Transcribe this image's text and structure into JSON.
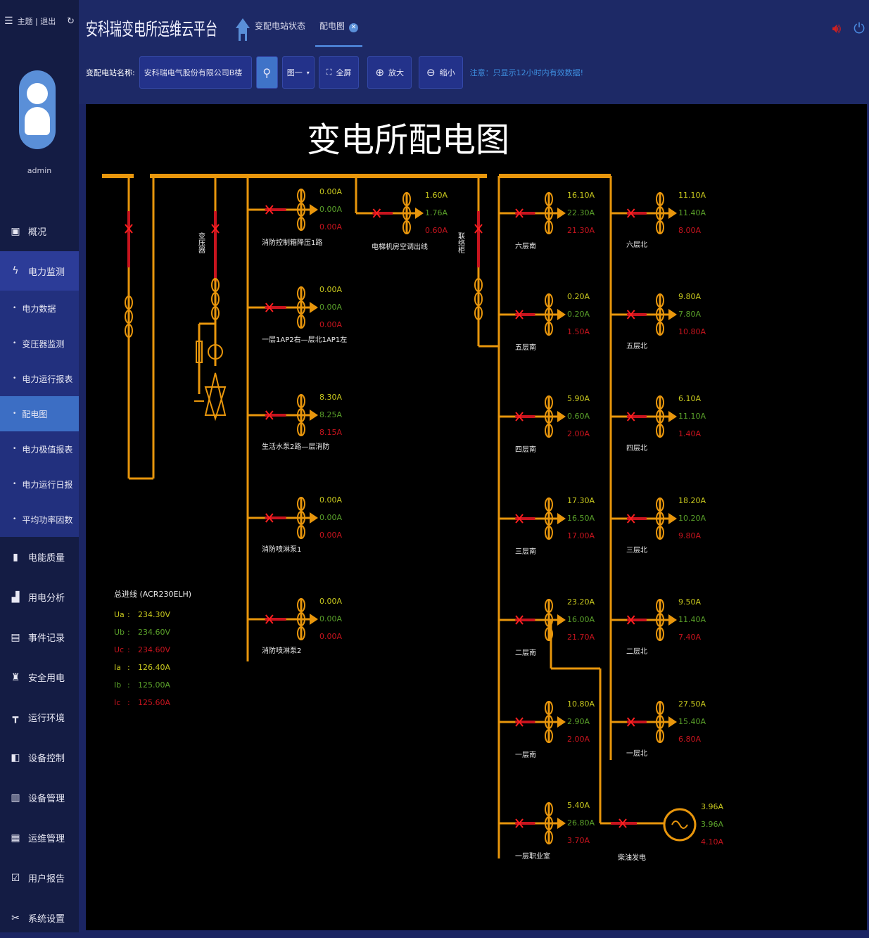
{
  "sidebar": {
    "top_links": "主题 | 退出",
    "username": "admin",
    "items": [
      {
        "label": "概况",
        "icon": "monitor-icon"
      },
      {
        "label": "电力监测",
        "icon": "power-icon"
      },
      {
        "label": "电能质量",
        "icon": "quality-icon"
      },
      {
        "label": "用电分析",
        "icon": "chart-icon"
      },
      {
        "label": "事件记录",
        "icon": "record-icon"
      },
      {
        "label": "安全用电",
        "icon": "safety-icon"
      },
      {
        "label": "运行环境",
        "icon": "environment-icon"
      },
      {
        "label": "设备控制",
        "icon": "control-icon"
      },
      {
        "label": "设备管理",
        "icon": "device-icon"
      },
      {
        "label": "运维管理",
        "icon": "maintenance-icon"
      },
      {
        "label": "用户报告",
        "icon": "report-icon"
      },
      {
        "label": "系统设置",
        "icon": "settings-icon"
      }
    ],
    "sub_items": [
      "电力数据",
      "变压器监测",
      "电力运行报表",
      "配电图",
      "电力极值报表",
      "电力运行日报",
      "平均功率因数"
    ]
  },
  "header": {
    "title": "安科瑞变电所运维云平台",
    "tabs": [
      "变配电站状态",
      "配电图"
    ],
    "station_label": "变配电站名称:",
    "station_value": "安科瑞电气股份有限公司B楼",
    "diagram_select": "图一",
    "fullscreen": "全屏",
    "zoom_in": "放大",
    "zoom_out": "缩小",
    "note": "注意：只显示12小时内有效数据!"
  },
  "diagram": {
    "title": "变电所配电图",
    "transformer_label": "变压器",
    "tie_label": "联络柜",
    "meter": {
      "title": "总进线 (ACR230ELH)",
      "rows": [
        {
          "k": "Ua",
          "v": "234.30V"
        },
        {
          "k": "Ub",
          "v": "234.60V"
        },
        {
          "k": "Uc",
          "v": "234.60V"
        },
        {
          "k": "Ia",
          "v": "126.40A"
        },
        {
          "k": "Ib",
          "v": "125.00A"
        },
        {
          "k": "Ic",
          "v": "125.60A"
        }
      ]
    },
    "colors": {
      "bus": "#e8960c",
      "breaker": "#c8141e",
      "a": "#c8c81e",
      "b": "#5aa02a",
      "c": "#c8141e"
    },
    "feeders": [
      {
        "label": "消防控制箱降压1路",
        "values": [
          "0.00A",
          "0.00A",
          "0.00A"
        ]
      },
      {
        "label": "一层1AP2右—层北1AP1左",
        "values": [
          "0.00A",
          "0.00A",
          "0.00A"
        ]
      },
      {
        "label": "生活水泵2路—层消防",
        "values": [
          "8.30A",
          "8.25A",
          "8.15A"
        ]
      },
      {
        "label": "消防喷淋泵1",
        "values": [
          "0.00A",
          "0.00A",
          "0.00A"
        ]
      },
      {
        "label": "消防喷淋泵2",
        "values": [
          "0.00A",
          "0.00A",
          "0.00A"
        ]
      },
      {
        "label": "电梯机房空调出线",
        "values": [
          "1.60A",
          "1.76A",
          "0.60A"
        ]
      },
      {
        "label": "六层南",
        "values": [
          "16.10A",
          "22.30A",
          "21.30A"
        ]
      },
      {
        "label": "五层南",
        "values": [
          "0.20A",
          "0.20A",
          "1.50A"
        ]
      },
      {
        "label": "四层南",
        "values": [
          "5.90A",
          "0.60A",
          "2.00A"
        ]
      },
      {
        "label": "三层南",
        "values": [
          "17.30A",
          "16.50A",
          "17.00A"
        ]
      },
      {
        "label": "二层南",
        "values": [
          "23.20A",
          "16.00A",
          "21.70A"
        ]
      },
      {
        "label": "一层南",
        "values": [
          "10.80A",
          "2.90A",
          "2.00A"
        ]
      },
      {
        "label": "一层职业室",
        "values": [
          "5.40A",
          "26.80A",
          "3.70A"
        ]
      },
      {
        "label": "六层北",
        "values": [
          "11.10A",
          "11.40A",
          "8.00A"
        ]
      },
      {
        "label": "五层北",
        "values": [
          "9.80A",
          "7.80A",
          "10.80A"
        ]
      },
      {
        "label": "四层北",
        "values": [
          "6.10A",
          "11.10A",
          "1.40A"
        ]
      },
      {
        "label": "三层北",
        "values": [
          "18.20A",
          "10.20A",
          "9.80A"
        ]
      },
      {
        "label": "二层北",
        "values": [
          "9.50A",
          "11.40A",
          "7.40A"
        ]
      },
      {
        "label": "一层北",
        "values": [
          "27.50A",
          "15.40A",
          "6.80A"
        ]
      },
      {
        "label": "柴油发电",
        "values": [
          "3.96A",
          "3.96A",
          "4.10A"
        ]
      }
    ]
  }
}
